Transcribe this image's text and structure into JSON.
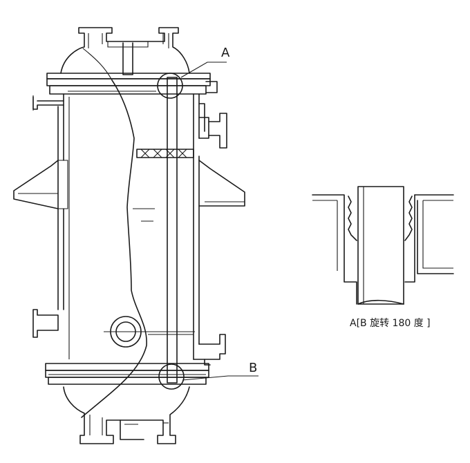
{
  "labels": {
    "callout_a": "A",
    "callout_b": "B",
    "detail_caption": "A[B 旋转 180 度 ]"
  },
  "colors": {
    "line": "#1a1a1a",
    "background": "#ffffff"
  }
}
